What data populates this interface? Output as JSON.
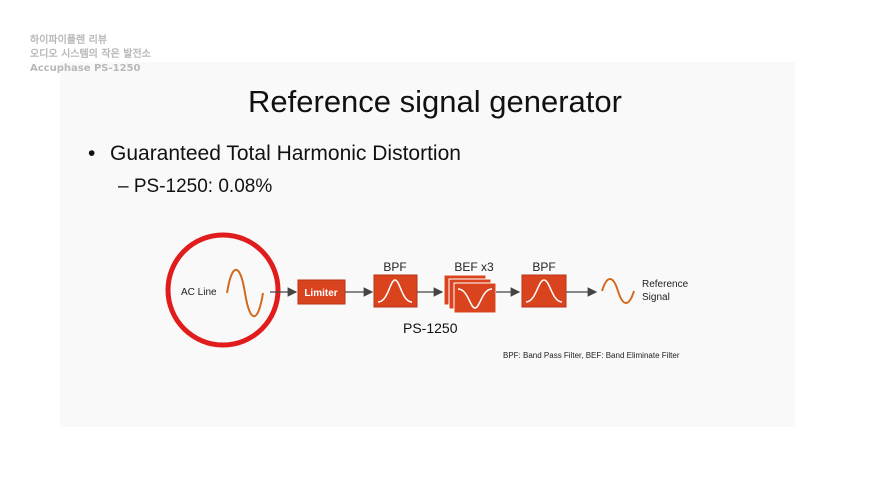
{
  "watermark": {
    "line1": "하이파이플렌 리뷰",
    "line2": "오디오 시스템의 작은 발전소",
    "line3": "Accuphase PS-1250"
  },
  "slide": {
    "title": "Reference signal generator",
    "bullet": "Guaranteed Total Harmonic Distortion",
    "sub_bullet": "– PS-1250: 0.08%"
  },
  "diagram": {
    "ac_line": "AC Line",
    "limiter": "Limiter",
    "bpf1": "BPF",
    "bef": "BEF x3",
    "bpf2": "BPF",
    "reference_line1": "Reference",
    "reference_line2": "Signal",
    "ps_label": "PS-1250",
    "note": "BPF: Band Pass Filter, BEF: Band Eliminate Filter"
  },
  "colors": {
    "highlight_circle": "#e01c1c",
    "block_fill": "#d9441f",
    "wave": "#d2691e"
  }
}
